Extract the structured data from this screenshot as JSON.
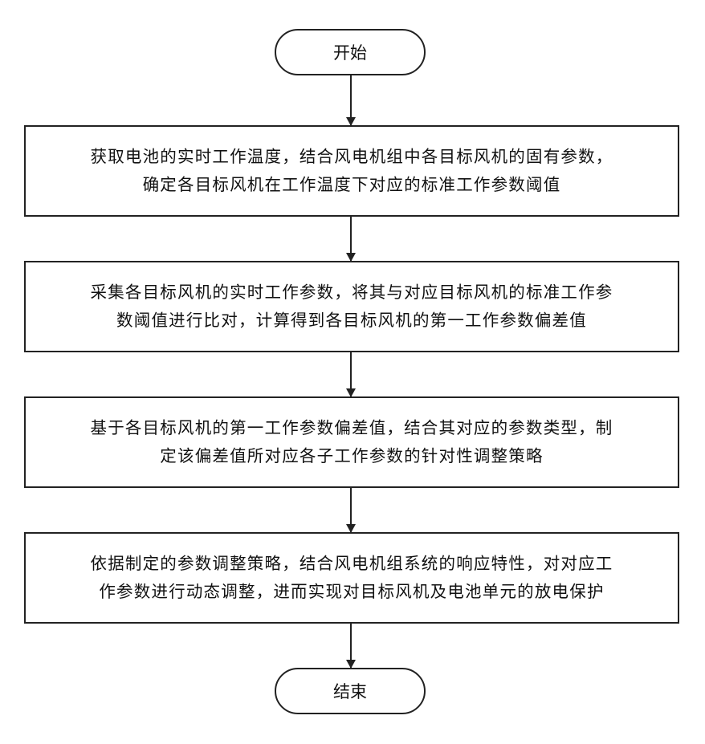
{
  "flowchart": {
    "start_label": "开始",
    "end_label": "结束",
    "steps": [
      {
        "lines": [
          "获取电池的实时工作温度，结合风电机组中各目标风机的固有参数，",
          "确定各目标风机在工作温度下对应的标准工作参数阈值"
        ]
      },
      {
        "lines": [
          "采集各目标风机的实时工作参数，将其与对应目标风机的标准工作参",
          "数阈值进行比对，计算得到各目标风机的第一工作参数偏差值"
        ]
      },
      {
        "lines": [
          "基于各目标风机的第一工作参数偏差值，结合其对应的参数类型，制",
          "定该偏差值所对应各子工作参数的针对性调整策略"
        ]
      },
      {
        "lines": [
          "依据制定的参数调整策略，结合风电机组系统的响应特性，对对应工",
          "作参数进行动态调整，进而实现对目标风机及电池单元的放电保护"
        ]
      }
    ]
  }
}
